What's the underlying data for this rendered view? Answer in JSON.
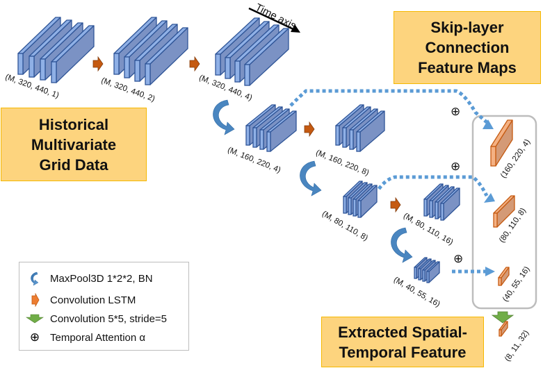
{
  "boxes": {
    "historical": [
      "Historical",
      "Multivariate",
      "Grid Data"
    ],
    "skip_layer": [
      "Skip-layer",
      "Connection",
      "Feature Maps"
    ],
    "extracted": [
      "Extracted Spatial-",
      "Temporal Feature"
    ]
  },
  "time_axis_label": "Time axis",
  "encoder_blocks": [
    {
      "id": "in1",
      "label": "(M, 320, 440, 1)"
    },
    {
      "id": "in2",
      "label": "(M, 320, 440, 2)"
    },
    {
      "id": "in4",
      "label": "(M, 320, 440, 4)"
    },
    {
      "id": "p1",
      "label": "(M, 160, 220, 4)"
    },
    {
      "id": "c1",
      "label": "(M, 160, 220, 8)"
    },
    {
      "id": "p2",
      "label": "(M, 80, 110, 8)"
    },
    {
      "id": "c2",
      "label": "(M, 80, 110, 16)"
    },
    {
      "id": "p3",
      "label": "(M, 40, 55, 16)"
    }
  ],
  "skip_maps": [
    {
      "id": "s1",
      "label": "(160, 220, 4)"
    },
    {
      "id": "s2",
      "label": "(80, 110, 8)"
    },
    {
      "id": "s3",
      "label": "(40, 55, 16)"
    }
  ],
  "output_map": {
    "label": "(8, 11, 32)"
  },
  "attention_symbol": "⊕",
  "legend": [
    {
      "icon": "maxpool-curved-arrow-icon",
      "label": "MaxPool3D 1*2*2, BN"
    },
    {
      "icon": "convlstm-orange-arrow-icon",
      "label": "Convolution LSTM"
    },
    {
      "icon": "conv-green-down-arrow-icon",
      "label": "Convolution 5*5, stride=5"
    },
    {
      "icon": "temporal-attention-icon",
      "label": "Temporal Attention α"
    }
  ],
  "colors": {
    "block_fill": "#7b92c4",
    "block_front": "#8fb0e6",
    "block_stroke": "#2f5597",
    "skip_fill": "#d49a76",
    "skip_stroke": "#c55a11",
    "conv_arrow": "#c55a11",
    "pool_arrow": "#4a86c0",
    "dotted": "#5b9bd5",
    "green_arrow": "#70ad47",
    "box_fill": "#fdd47e"
  }
}
